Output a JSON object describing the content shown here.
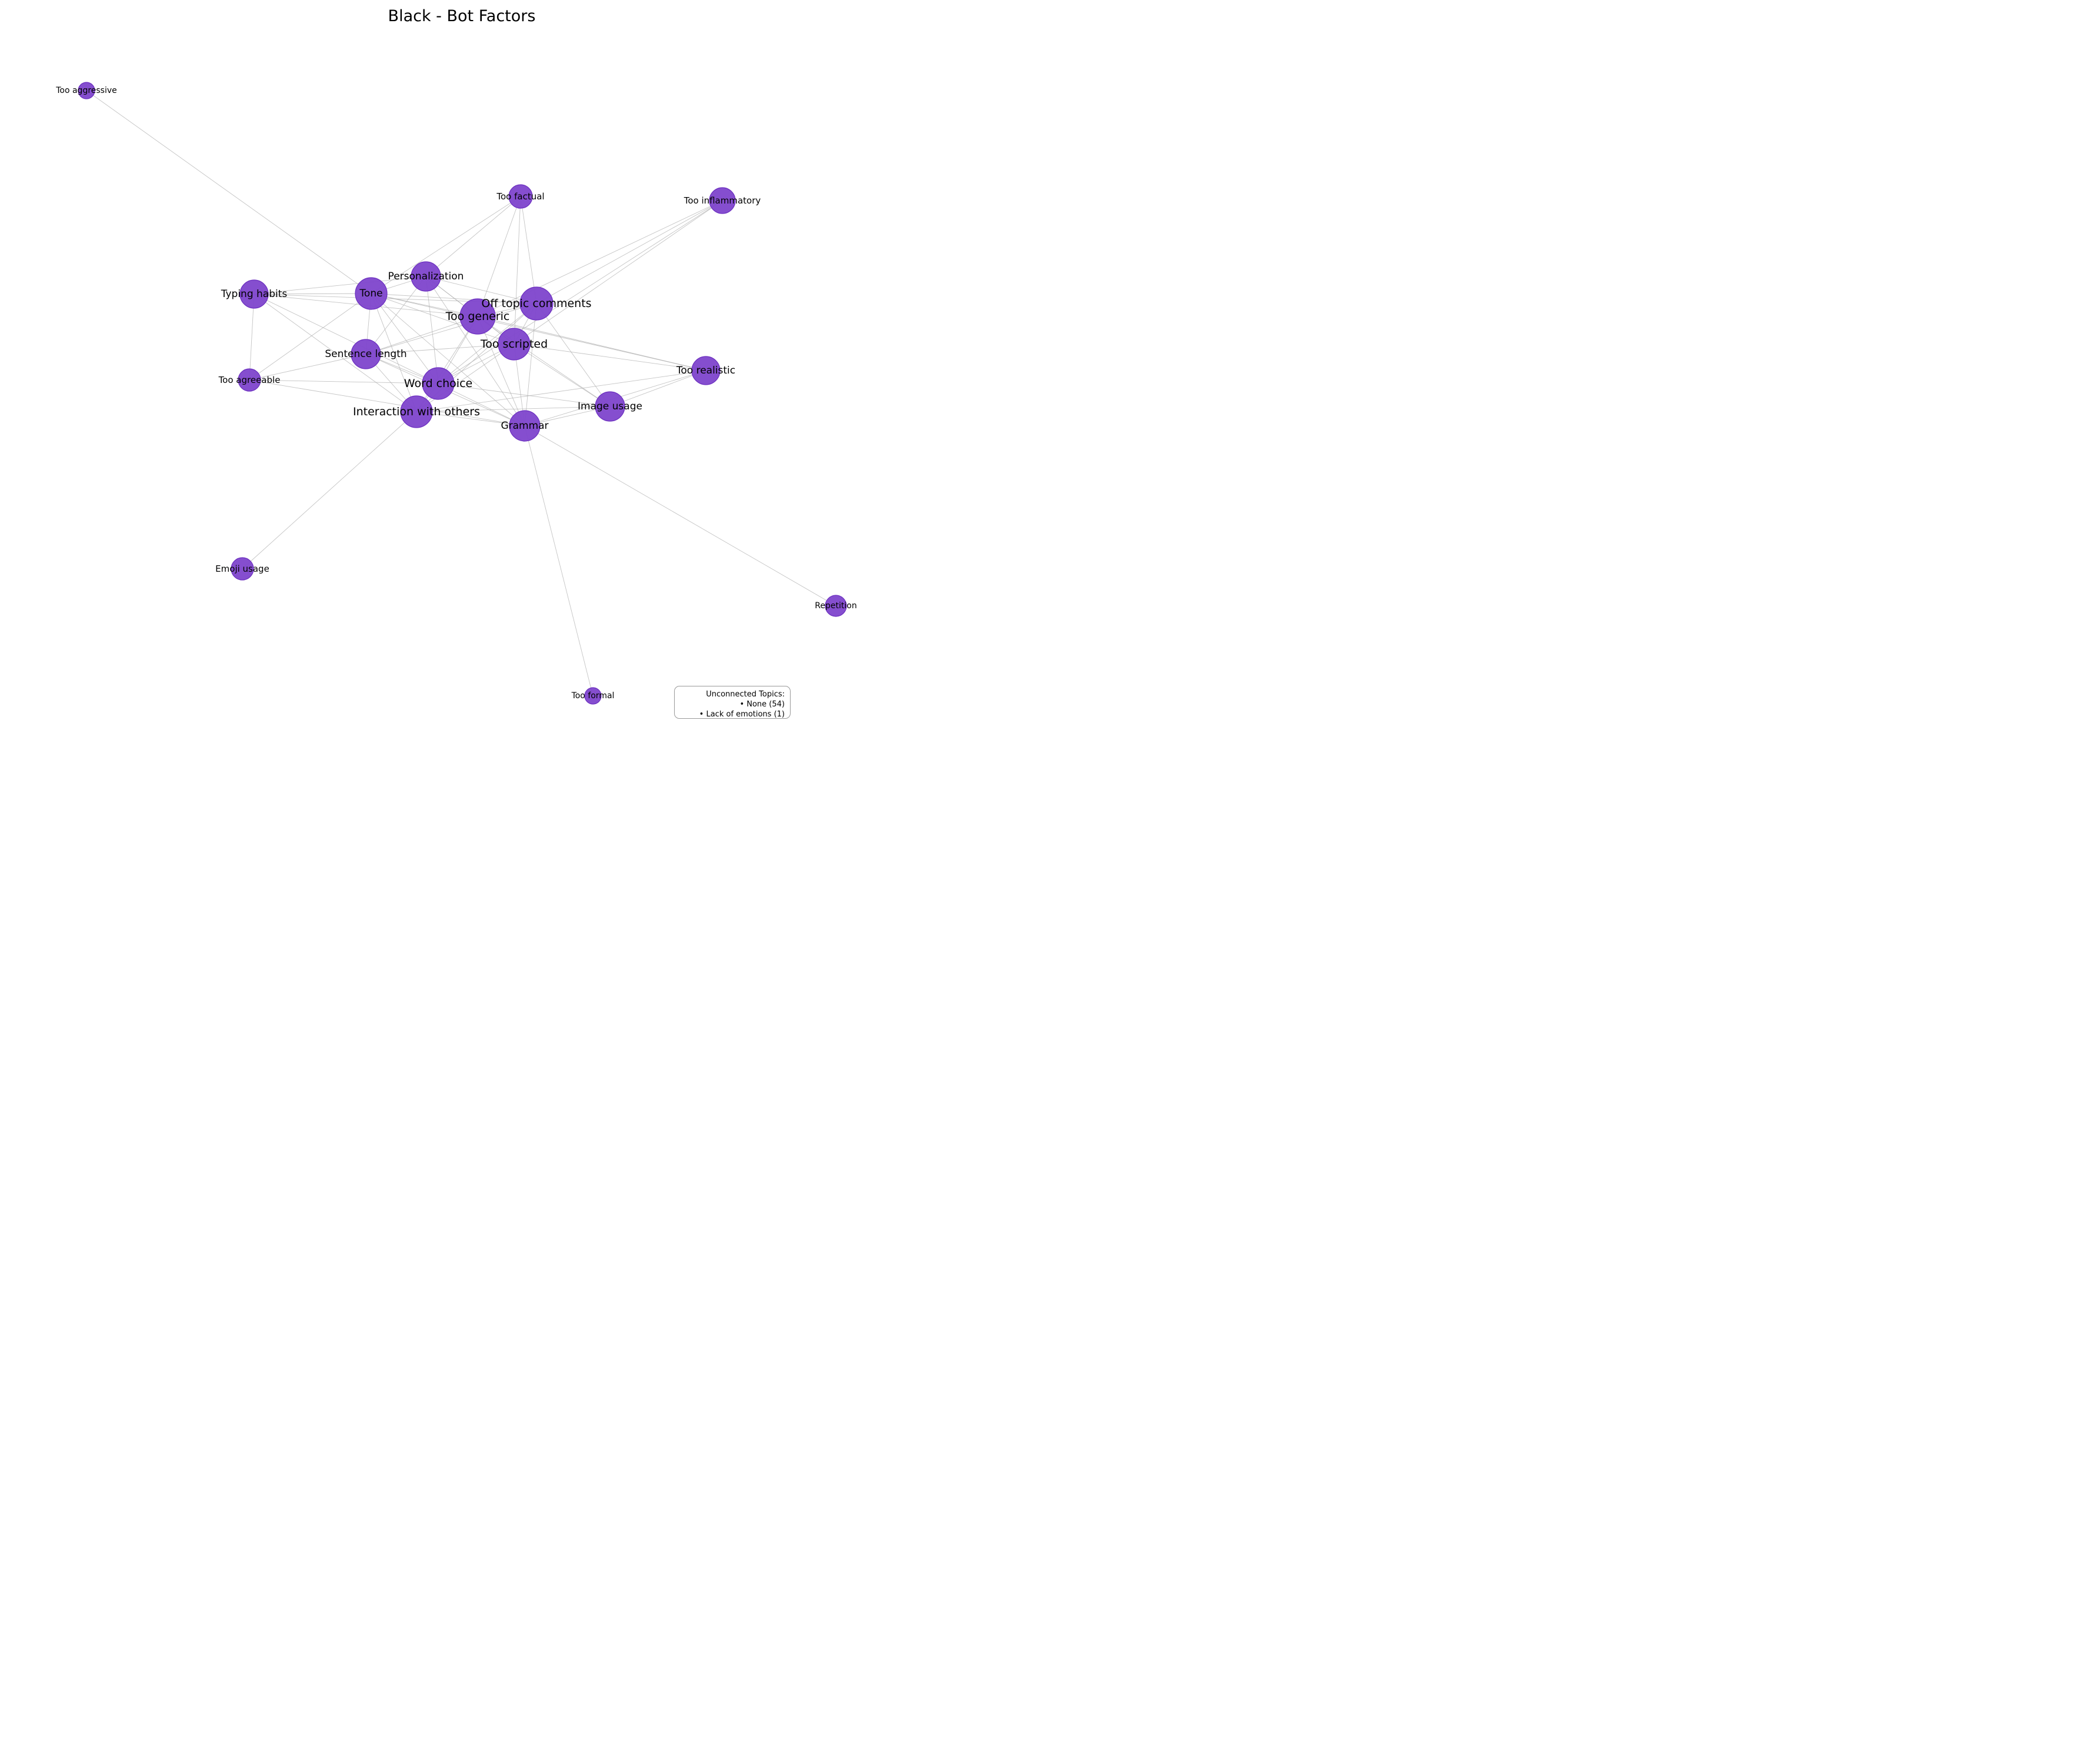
{
  "title": "Black - Bot Factors",
  "colors": {
    "node_fill": "#7e44cc",
    "node_stroke": "#6c2fc0",
    "edge": "#b0b0b0",
    "text": "#000000"
  },
  "nodes": [
    {
      "id": "too_aggressive",
      "label": "Too aggressive"
    },
    {
      "id": "too_factual",
      "label": "Too factual"
    },
    {
      "id": "too_inflammatory",
      "label": "Too inflammatory"
    },
    {
      "id": "personalization",
      "label": "Personalization"
    },
    {
      "id": "typing_habits",
      "label": "Typing habits"
    },
    {
      "id": "tone",
      "label": "Tone"
    },
    {
      "id": "off_topic_comments",
      "label": "Off topic comments"
    },
    {
      "id": "too_generic",
      "label": "Too generic"
    },
    {
      "id": "too_scripted",
      "label": "Too scripted"
    },
    {
      "id": "sentence_length",
      "label": "Sentence length"
    },
    {
      "id": "too_realistic",
      "label": "Too realistic"
    },
    {
      "id": "too_agreeable",
      "label": "Too agreeable"
    },
    {
      "id": "word_choice",
      "label": "Word choice"
    },
    {
      "id": "image_usage",
      "label": "Image usage"
    },
    {
      "id": "interaction_with_others",
      "label": "Interaction with others"
    },
    {
      "id": "grammar",
      "label": "Grammar"
    },
    {
      "id": "emoji_usage",
      "label": "Emoji usage"
    },
    {
      "id": "repetition",
      "label": "Repetition"
    },
    {
      "id": "too_formal",
      "label": "Too formal"
    }
  ],
  "edges": [
    [
      "too_aggressive",
      "tone"
    ],
    [
      "too_factual",
      "personalization"
    ],
    [
      "too_factual",
      "tone"
    ],
    [
      "too_factual",
      "too_generic"
    ],
    [
      "too_factual",
      "too_scripted"
    ],
    [
      "too_factual",
      "off_topic_comments"
    ],
    [
      "too_inflammatory",
      "off_topic_comments"
    ],
    [
      "too_inflammatory",
      "too_generic"
    ],
    [
      "too_inflammatory",
      "too_scripted"
    ],
    [
      "too_inflammatory",
      "word_choice"
    ],
    [
      "typing_habits",
      "tone"
    ],
    [
      "typing_habits",
      "personalization"
    ],
    [
      "typing_habits",
      "too_generic"
    ],
    [
      "typing_habits",
      "off_topic_comments"
    ],
    [
      "typing_habits",
      "too_agreeable"
    ],
    [
      "typing_habits",
      "interaction_with_others"
    ],
    [
      "typing_habits",
      "word_choice"
    ],
    [
      "tone",
      "personalization"
    ],
    [
      "tone",
      "too_generic"
    ],
    [
      "tone",
      "too_scripted"
    ],
    [
      "tone",
      "off_topic_comments"
    ],
    [
      "tone",
      "sentence_length"
    ],
    [
      "tone",
      "word_choice"
    ],
    [
      "tone",
      "grammar"
    ],
    [
      "tone",
      "interaction_with_others"
    ],
    [
      "tone",
      "too_agreeable"
    ],
    [
      "tone",
      "too_realistic"
    ],
    [
      "personalization",
      "too_generic"
    ],
    [
      "personalization",
      "too_scripted"
    ],
    [
      "personalization",
      "word_choice"
    ],
    [
      "personalization",
      "sentence_length"
    ],
    [
      "personalization",
      "grammar"
    ],
    [
      "personalization",
      "off_topic_comments"
    ],
    [
      "too_generic",
      "too_scripted"
    ],
    [
      "too_generic",
      "off_topic_comments"
    ],
    [
      "too_generic",
      "word_choice"
    ],
    [
      "too_generic",
      "sentence_length"
    ],
    [
      "too_generic",
      "grammar"
    ],
    [
      "too_generic",
      "image_usage"
    ],
    [
      "too_generic",
      "too_realistic"
    ],
    [
      "too_generic",
      "interaction_with_others"
    ],
    [
      "off_topic_comments",
      "too_scripted"
    ],
    [
      "off_topic_comments",
      "word_choice"
    ],
    [
      "off_topic_comments",
      "sentence_length"
    ],
    [
      "off_topic_comments",
      "grammar"
    ],
    [
      "off_topic_comments",
      "image_usage"
    ],
    [
      "off_topic_comments",
      "interaction_with_others"
    ],
    [
      "too_scripted",
      "word_choice"
    ],
    [
      "too_scripted",
      "sentence_length"
    ],
    [
      "too_scripted",
      "grammar"
    ],
    [
      "too_scripted",
      "image_usage"
    ],
    [
      "too_scripted",
      "too_realistic"
    ],
    [
      "too_scripted",
      "interaction_with_others"
    ],
    [
      "sentence_length",
      "word_choice"
    ],
    [
      "sentence_length",
      "too_agreeable"
    ],
    [
      "sentence_length",
      "grammar"
    ],
    [
      "sentence_length",
      "interaction_with_others"
    ],
    [
      "word_choice",
      "grammar"
    ],
    [
      "word_choice",
      "image_usage"
    ],
    [
      "word_choice",
      "interaction_with_others"
    ],
    [
      "word_choice",
      "too_agreeable"
    ],
    [
      "interaction_with_others",
      "grammar"
    ],
    [
      "interaction_with_others",
      "image_usage"
    ],
    [
      "interaction_with_others",
      "emoji_usage"
    ],
    [
      "interaction_with_others",
      "too_realistic"
    ],
    [
      "grammar",
      "image_usage"
    ],
    [
      "grammar",
      "too_realistic"
    ],
    [
      "grammar",
      "repetition"
    ],
    [
      "grammar",
      "too_formal"
    ],
    [
      "grammar",
      "too_agreeable"
    ],
    [
      "image_usage",
      "too_realistic"
    ]
  ],
  "legend": {
    "title": "Unconnected Topics:",
    "items": [
      "• None (54)",
      "• Lack of emotions (1)"
    ]
  }
}
